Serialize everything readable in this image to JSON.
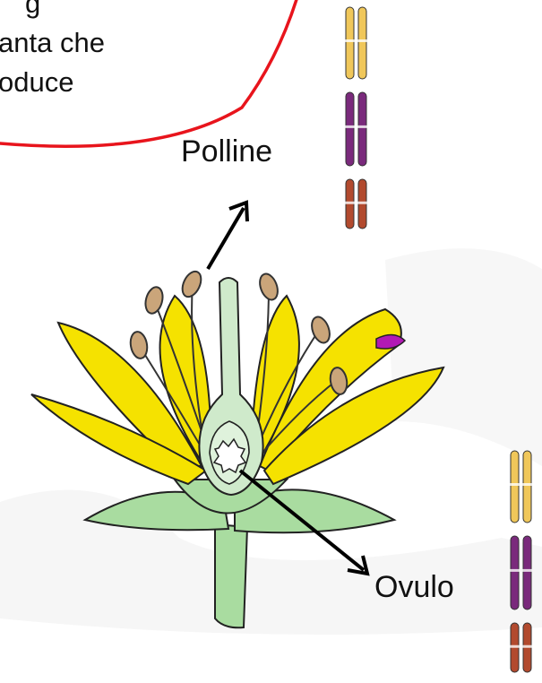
{
  "callout": {
    "line1": "g",
    "line2": "anta che",
    "line3": "oduce",
    "border_color": "#e8141c"
  },
  "labels": {
    "pollen": "Polline",
    "ovule": "Ovulo"
  },
  "colors": {
    "petal": "#f5e200",
    "petal_shadow": "#e6cf00",
    "pistil": "#cfeacb",
    "leaf": "#a9dca0",
    "anther": "#caa57a",
    "chromosome_yellow": "#f0c75a",
    "chromosome_purple": "#7a2a7c",
    "chromosome_red": "#b24a2e",
    "arrow": "#000000"
  },
  "chromosome_sets": [
    {
      "name": "upper-chromosome-set"
    },
    {
      "name": "lower-chromosome-set"
    }
  ]
}
